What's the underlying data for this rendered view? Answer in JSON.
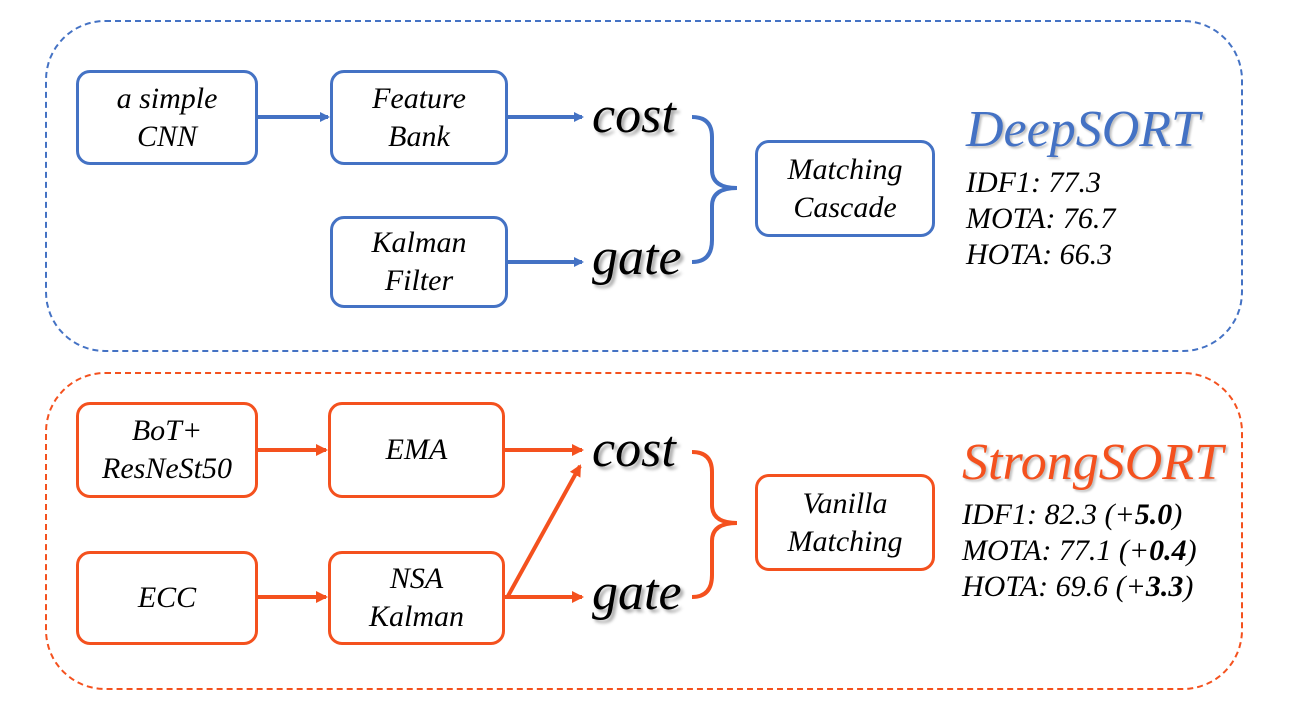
{
  "colors": {
    "deep": "#4472c4",
    "strong": "#f4511e"
  },
  "deepsort": {
    "title": "DeepSORT",
    "boxes": {
      "cnn": "a simple\nCNN",
      "feature_bank": "Feature\nBank",
      "kalman": "Kalman\nFilter",
      "matching": "Matching\nCascade"
    },
    "cost_label": "cost",
    "gate_label": "gate",
    "metrics": [
      {
        "text": "IDF1: 77.3"
      },
      {
        "text": "MOTA: 76.7"
      },
      {
        "text": "HOTA: 66.3"
      }
    ]
  },
  "strongsort": {
    "title": "StrongSORT",
    "boxes": {
      "bot": "BoT+\nResNeSt50",
      "ema": "EMA",
      "ecc": "ECC",
      "nsa": "NSA\nKalman",
      "matching": "Vanilla\nMatching"
    },
    "cost_label": "cost",
    "gate_label": "gate",
    "metrics": [
      {
        "text": "IDF1: 82.3 (+",
        "delta": "5.0",
        "close": ")"
      },
      {
        "text": "MOTA: 77.1 (+",
        "delta": "0.4",
        "close": ")"
      },
      {
        "text": "HOTA: 69.6 (+",
        "delta": "3.3",
        "close": ")"
      }
    ]
  }
}
